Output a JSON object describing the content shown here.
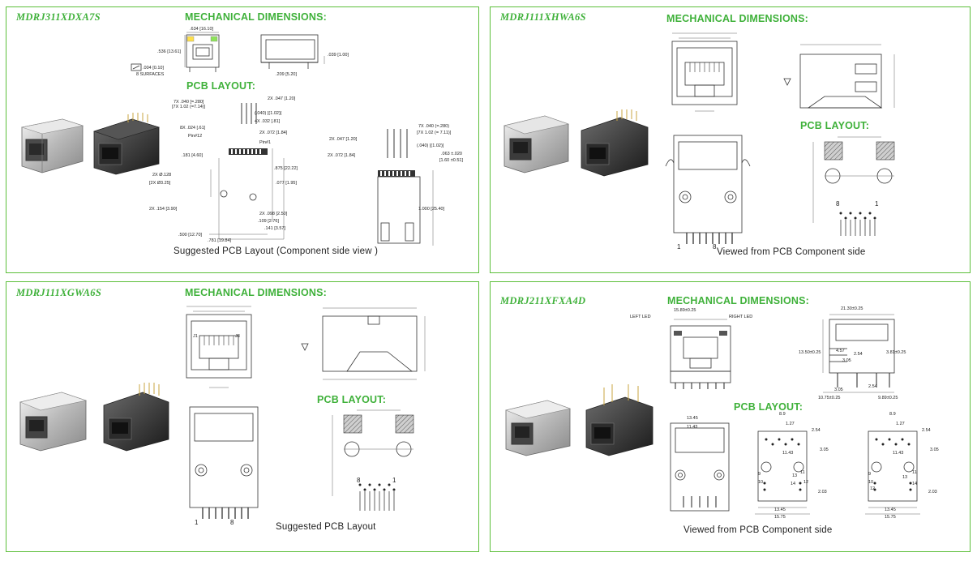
{
  "panels": [
    {
      "part_number": "MDRJ311XDXA7S",
      "mech_heading": "MECHANICAL DIMENSIONS:",
      "pcb_heading": "PCB LAYOUT:",
      "caption": "Suggested PCB Layout (Component side view )",
      "dims": {
        "d1": ".634 [16.10]",
        "d2": ".536 [13.61]",
        "d3": ".004 [0.10]",
        "d4": "8 SURFACES",
        "d5": ".039 [1.00]",
        "d6": ".209 [5.20]",
        "p1": "7X .040 [=.280]",
        "p2": "[7X 1.02 (=7.14)]",
        "p3": "2X .047 [1.20]",
        "p4": "(.040) [(1.02)]",
        "p5": "4X .032 [.81]",
        "p6": "8X .024 [.61]",
        "p7": "2X .072 [1.84]",
        "p8": "Pin#12",
        "p9": "Pin#1",
        "p10": ".181 [4.60]",
        "p11": ".875 [22.22]",
        "p12": "2X Ø.128",
        "p13": "[2X Ø3.25]",
        "p14": ".077 [1.95]",
        "p15": "2X .154 [3.90]",
        "p16": "2X .098 [2.50]",
        "p17": ".109 [2.76]",
        "p18": ".141 [3.57]",
        "p19": ".500 [12.70]",
        "p20": ".781 [19.84]",
        "q1": "7X .040 (=.280)",
        "q2": "[7X 1.02 (= 7.11)]",
        "q3": "2X .047 [1.20]",
        "q4": "(.040) [(1.02)]",
        "q5": "2X .072 [1.84]",
        "q6": ".063 ±.020",
        "q7": "[1.60 ±0.51]",
        "q8": "1.000 [25.40]"
      }
    },
    {
      "part_number": "MDRJ111XHWA6S",
      "mech_heading": "MECHANICAL DIMENSIONS:",
      "pcb_heading": "PCB LAYOUT:",
      "caption": "Viewed from PCB Component side",
      "pin_first": "8",
      "pin_last": "1",
      "bottom_pin_first": "1",
      "bottom_pin_last": "8"
    },
    {
      "part_number": "MDRJ111XGWA6S",
      "mech_heading": "MECHANICAL DIMENSIONS:",
      "pcb_heading": "PCB LAYOUT:",
      "caption": "Suggested PCB Layout",
      "pin_first": "8",
      "pin_last": "1",
      "bottom_pin_first": "1",
      "bottom_pin_last": "8",
      "front_pin_left": "J1",
      "front_pin_right": "J8"
    },
    {
      "part_number": "MDRJ211XFXA4D",
      "mech_heading": "MECHANICAL DIMENSIONS:",
      "pcb_heading": "PCB LAYOUT:",
      "caption": "Viewed from PCB Component side",
      "dims": {
        "left_led": "LEFT LED",
        "right_led": "RIGHT LED",
        "w1": "15.89±0.25",
        "w2": "21.30±0.25",
        "h1": "13.50±0.25",
        "s1": "4.57",
        "s2": "2.54",
        "s3": "3.05",
        "s4": "3.81±0.25",
        "s5": "3.05",
        "s6": "2.54",
        "s7": "10.75±0.25",
        "s8": "9.89±0.25",
        "b1": "13.45",
        "b2": "11.43",
        "l1": "8.9",
        "l2": "1.27",
        "l3": "11.43",
        "l4": "2.54",
        "l5": "3.05",
        "l6": "13.45",
        "l7": "15.75",
        "l8": "2.03",
        "r1": "8.9",
        "r2": "1.27",
        "r3": "11.43",
        "r4": "2.54",
        "r5": "3.05",
        "r6": "13.45",
        "r7": "15.75",
        "r8": "2.03",
        "n9": "9",
        "n10": "10",
        "n11": "11",
        "n12": "12",
        "n13": "13",
        "n14": "14",
        "n9r": "9",
        "n10r": "10",
        "n11r": "11",
        "n12r": "12",
        "n13r": "13",
        "n14r": "14"
      }
    }
  ]
}
